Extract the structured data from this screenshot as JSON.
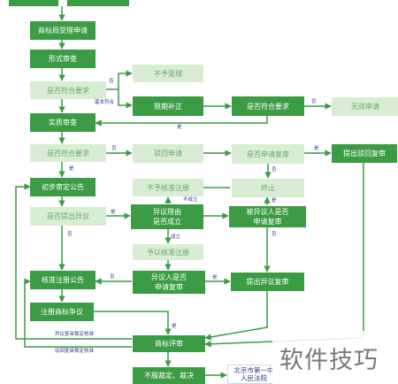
{
  "nodes": {
    "top_left": "",
    "top_right": "",
    "accept": "商标局受理申请",
    "formal": "形式审查",
    "meets1": "是否符合要求",
    "not_accept": "不予受理",
    "correct": "限期补正",
    "meets2": "是否符合要求",
    "invalid": "无效申请",
    "substantive": "实质审查",
    "meets3": "是否符合要求",
    "reject": "驳回申请",
    "apply_review": "是否申请复审",
    "submit_reject_review": "提出驳回复审",
    "prelim": "初步审定公告",
    "not_approve": "不予核准注册",
    "terminate": "终止",
    "opposition": "是否提出异议",
    "reason": "异议理由\n是否成立",
    "opposed_review": "被异议人是否\n申请复审",
    "approve": "予以核准注册",
    "approve_notice": "核准注册公告",
    "opponent_review": "异议人是否\n申请复审",
    "submit_opp_review": "提出异议复审",
    "dispute": "注册商标争议",
    "tm_review": "商标评审",
    "disagree": "不服裁定、裁决",
    "court": "北京市第一中\n人民法院"
  },
  "edge_labels": {
    "no1": "否",
    "basic": "基本符合",
    "no2": "否",
    "yes1": "是",
    "no3": "否",
    "yes2": "是",
    "no4": "否",
    "yes3": "是",
    "yes4": "是",
    "no5": "否",
    "not_valid": "不成立",
    "yes5": "是",
    "no6": "否",
    "valid": "成立",
    "no7": "否",
    "yes6": "是",
    "yes7": "是",
    "opp_review_ruling": "异议复审裁定核准",
    "reject_review_ruling": "驳回复审裁定核准"
  },
  "watermark": "软件技巧"
}
